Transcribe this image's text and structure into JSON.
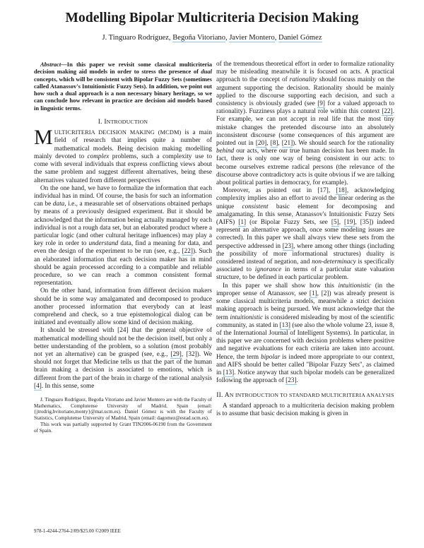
{
  "paper": {
    "title": "Modelling Bipolar Multicriteria Decision Making",
    "authors": [
      {
        "name": "J. Tinguaro Rodríguez",
        "linked": false
      },
      {
        "name": "Begoña Vitoriano",
        "linked": true
      },
      {
        "name": "Javier Montero",
        "linked": true
      },
      {
        "name": "Daniel Gómez",
        "linked": true
      }
    ],
    "author_separator": ", ",
    "abstract": {
      "label": "Abstract",
      "dash": "—",
      "text_1": "In this paper we revisit some classical multicriteria decision making aid models in order to stress the presence of ",
      "italic_1": "dual",
      "text_2": " concepts, which will be consistent with Bipolar Fuzzy Sets (sometimes called Atanassov's Intuitionistic Fuzzy Sets). In addition, we point out how such a dual approach is a non necessary binary heritage, so we can conclude how relevant in practice are decision aid models based in linguistic terms."
    },
    "section_1": {
      "numeral": "I.",
      "title_first": "I",
      "title_rest": "NTRODUCTION"
    },
    "intro_p1": {
      "dropcap": "M",
      "caps": "ULTICRITERIA DECISION MAKING (MCDM)",
      "text_1": " is a main field of research that implies quite a number of mathematical models. Being decision making modelling mainly devoted to ",
      "italic_1": "complex",
      "text_2": " problems, such a complexity use to come with several individuals that express conflicting views about the same problem and suggest different alternatives, being these alternatives valuated from different perspectives"
    },
    "intro_p2": {
      "text_1": "On the one hand, we have to formalize the information that each individual has in mind. Of course, the basis for such an information can be ",
      "italic_1": "data",
      "text_2": ", i.e., a measurable set of observations obtained perhaps by means of a previously designed experiment. But it should be acknowledged that the information being actually managed by each individual is not a rough data set, but an elaborated product where a particular logic (and other cultural heritage influences) may play a key role in order to ",
      "italic_2": "understand",
      "text_3": " data, find a meaning for data, and even the design of the experiment to be run (see, e.g., ",
      "cite_1": "[22]",
      "text_4": "). Such an elaborated information that each decision maker has in mind should be again processed according to a compatible and reliable procedure, so we can reach a common consistent formal representation."
    },
    "intro_p3": {
      "text": "On the other hand, information from different decision makers should be in some way amalgamated and decomposed to produce another processed information that everybody can at least comprehend and check, so a true epistemological dialog can be initiated and eventually allow some kind of decision making."
    },
    "intro_p4": {
      "text_1": "It should be stressed with [24] that the general objective of mathematical modelling should not be the decision itself, but only a better understanding of the problem, so a solution (most probably not yet an alternative) can be grasped (see, e.g., ",
      "cite_1": "[29]",
      "text_2": ", [32]). We should not forget that Medicine tells us that the part of the human brain making a decision is associated to emotions, which is different from the part of the brain in charge of the rational analysis ",
      "cite_2": "[4]",
      "text_3": ". In this sense, some"
    },
    "footnote": {
      "affiliation": "J. Tinguaro Rodríguez, Begoña Vitoriano and Javier Montero are with the Faculty of Mathematics, Complutense University of Madrid, Spain (email: {jtrodrig,bvitoriano,monty}@mat.ucm.es). Daniel Gómez is with the Faculty of Statistics, Complutense University of Madrid, Spain (email: dagomez@estad.ucm.es).",
      "funding": "This work was partially supported by Grant TIN2006-06190 from the Government of Spain."
    },
    "right_p1": {
      "text_1": "of the tremendous theoretical effort in order to formalize rationality may be misleading meanwhile it is focused on acts. A practical approach to the concept of ",
      "italic_1": "rationality",
      "text_2": " should focuss mainly on the argument supporting the decision. Rationality should be mainly applied to the discourse supporting each decision, and such a consistency is obviously graded (see ",
      "cite_1": "[9]",
      "text_3": " for a valued approach to rationality). Fuzziness plays a natural role within this context ",
      "cite_2": "[22]",
      "text_4": ". For example, we can not accept in real life that the most tiny mistake changes the pretended discourse into an absolutely inconsistent discourse (some consequences of this argument are pointed out in ",
      "cite_3": "[20]",
      "text_5": ", ",
      "cite_4": "[8]",
      "text_6": ", ",
      "cite_5": "[21]",
      "text_7": "). We should search for the rationality ",
      "italic_2": "behind",
      "text_8": " our acts, where our true human decision has been made. In fact, there is only one way of being consistent in our acts: to become ourselves extreme radical persons (the relevance of the discourse above contradictory acts is quite obvious if we are talking about political parties in democracy, for example)."
    },
    "right_p2": {
      "text_1": "Moreover, as pointed out in [17], ",
      "cite_1": "[18]",
      "text_2": ", acknowledging complexity implies also an effort to avoid the linear ordering as the unique ",
      "italic_1": "consistent",
      "text_3": " basic element for decomposing and amalgamating. In this sense, Atanassov's Intuitionistic Fuzzy Sets (AIFS) ",
      "cite_2": "[1]",
      "text_4": " (or Bipolar Fuzzy Sets, see ",
      "cite_3": "[5]",
      "text_5": ", ",
      "cite_4": "[19]",
      "text_6": ", [35]) indeed represent an alternative approach, once some modeling issues are corrected). In this paper we shall always view these sets from the perspective addressed in ",
      "cite_5": "[23]",
      "text_7": ", where among other things (including the possibility of more informational structures) duality is considered instead of negation, and ",
      "italic_2": "non-determinacy",
      "text_8": " is specifically associated to ",
      "italic_3": "ignorance",
      "text_9": " in terms of a particular state valuation structure, to be defined in each particular problem."
    },
    "right_p3": {
      "text_1": "In this paper we shall show how this ",
      "italic_1": "intuitionistic",
      "text_2": " (in the improper sense of Atanassov, see ",
      "cite_1": "[1]",
      "text_3": ", [2]) was already present is some classical multicriteria models, meanwhile a strict decision making approach is being pursued. We must acknowledge that the term ",
      "italic_2": "intuitionistic",
      "text_4": " is considered misleading by most of the scientific community, as stated in ",
      "cite_2": "[13]",
      "text_5": " (see also the whole volume 23, issue 8, of the International Journal of Intelligent Systems). In particular, in this paper we are concerned with decision problems where positive and negative evaluations for each criteria are taken into account. Hence, the term ",
      "italic_3": "bipolar",
      "text_6": " is indeed more appropriate to our context, and AIFS should be better called \"Bipolar Fuzzy Sets\", as claimed in ",
      "cite_3": "[13]",
      "text_7": ". Notice anyway that such bipolar models can be generalized following the approach of ",
      "cite_4": "[23]",
      "text_8": "."
    },
    "section_2": {
      "numeral": "II.",
      "title_first": "A",
      "title_rest": "N INTRODUCTION TO STANDARD MULTICRITERIA ANALYSIS"
    },
    "section2_p1": {
      "text": "A standard approach to a multicriteria decision making problem is to assume that basic decision making is given in"
    },
    "footer": "978-1-4244-2764-2/09/$25.00 ©2009 IEEE"
  },
  "colors": {
    "text": "#1a1a1a",
    "link_underline": "#8cc6ee",
    "background": "#ffffff"
  }
}
